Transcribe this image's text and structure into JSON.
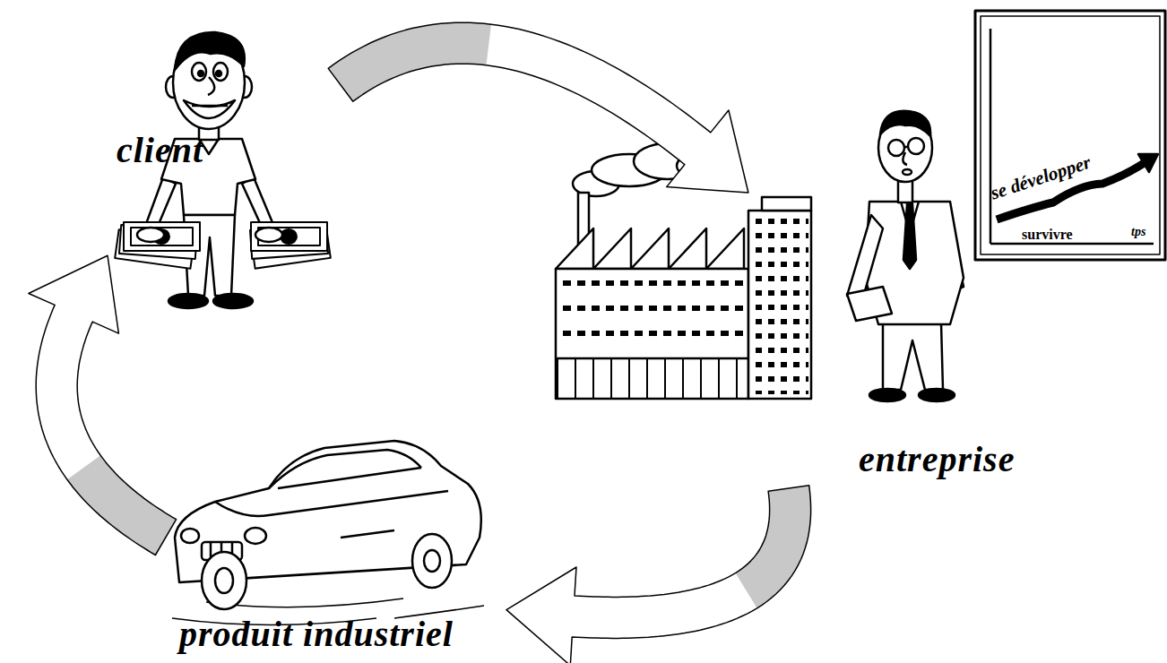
{
  "diagram": {
    "nodes": [
      {
        "text": [
          "client"
        ]
      },
      {
        "text": [
          "entreprise"
        ]
      },
      {
        "text": [
          "produit industriel"
        ]
      }
    ],
    "edges": [
      {
        "from": 0,
        "to": 1,
        "arrow": "to"
      },
      {
        "from": 1,
        "to": 2,
        "arrow": "to"
      },
      {
        "from": 2,
        "to": 0,
        "arrow": "to"
      }
    ],
    "labels": [
      "se développer",
      "survivre",
      "tps"
    ]
  }
}
